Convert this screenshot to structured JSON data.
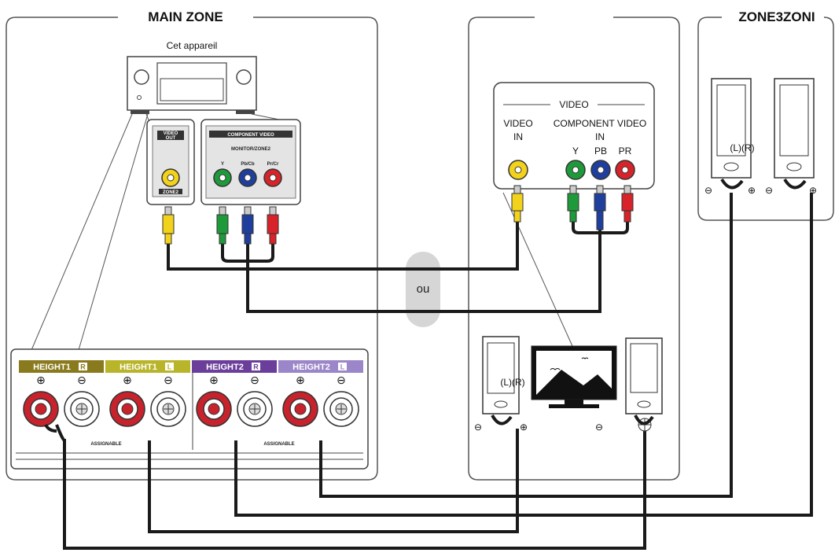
{
  "main_zone": {
    "title": "MAIN ZONE",
    "device_label": "Cet appareil"
  },
  "zone2": {
    "title": ""
  },
  "zone3": {
    "title": "ZONE3ZONI"
  },
  "device_panel": {
    "video_jack_title": "VIDEO",
    "video_jack_sub": "OUT",
    "video_jack_zone": "ZONE2",
    "component_title": "COMPONENT VIDEO",
    "component_sub": "MONITOR/ZONE2",
    "component_y": "Y",
    "component_pb": "Pb/Cb",
    "component_pr": "Pr/Cr"
  },
  "tv_panel": {
    "header": "VIDEO",
    "video_in_line1": "VIDEO",
    "video_in_line2": "IN",
    "component_line1": "COMPONENT VIDEO",
    "component_line2": "IN",
    "y_label": "Y",
    "pb_label": "PB",
    "pr_label": "PR"
  },
  "or_label": "ou",
  "speaker_terminals": [
    {
      "label": "HEIGHT1",
      "channel": "R",
      "color": "#8a7a1e"
    },
    {
      "label": "HEIGHT1",
      "channel": "L",
      "color": "#b9b52a"
    },
    {
      "label": "HEIGHT2",
      "channel": "R",
      "color": "#6a3e9a"
    },
    {
      "label": "HEIGHT2",
      "channel": "L",
      "color": "#9a86c8"
    }
  ],
  "assignable_labels": [
    "ASSIGNABLE",
    "ASSIGNABLE"
  ],
  "polarity": {
    "plus": "⊕",
    "minus": "⊖"
  },
  "zone2_speaker_label": "(L)(R)",
  "zone3_speaker_label": "(L)(R)",
  "colors": {
    "yellow": "#f2d21a",
    "green": "#1f9a3a",
    "blue": "#1f3f9e",
    "red": "#d8232a",
    "cable": "#1a1a1a",
    "panel_border": "#444444"
  }
}
